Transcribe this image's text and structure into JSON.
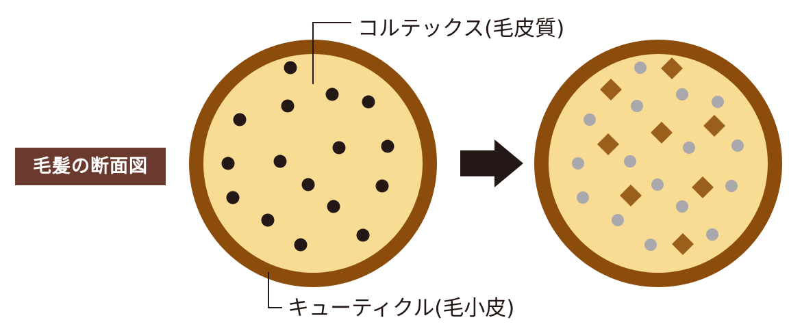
{
  "title": "毛髪の断面図",
  "labels": {
    "cortex": "コルテックス(毛皮質)",
    "cuticle": "キューティクル(毛小皮)"
  },
  "colors": {
    "title_bg": "#6b3a2e",
    "ring": "#8b4c0c",
    "cortex_fill": "#f9dc94",
    "melanin_dot": "#231815",
    "faded_dot": "#a9a9ad",
    "diamond": "#9b5f1c",
    "arrow": "#231815",
    "leader_line": "#231815"
  },
  "icons": {
    "arrow": "right-arrow-icon",
    "melanin": "melanin-dot-icon",
    "faded": "faded-dot-icon",
    "diamond": "diamond-icon"
  }
}
